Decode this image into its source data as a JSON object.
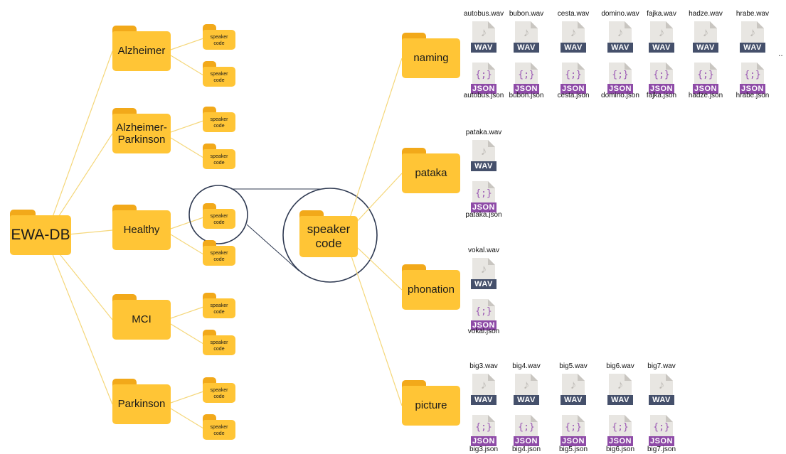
{
  "root": {
    "label": "EWA-DB"
  },
  "groups": [
    {
      "label": "Alzheimer"
    },
    {
      "label": "Alzheimer-\nParkinson"
    },
    {
      "label": "Healthy"
    },
    {
      "label": "MCI"
    },
    {
      "label": "Parkinson"
    }
  ],
  "speaker_folder": {
    "label": "speaker\ncode"
  },
  "hub": {
    "label": "speaker\ncode"
  },
  "tasks": [
    {
      "label": "naming",
      "wav": [
        "autobus.wav",
        "bubon.wav",
        "cesta.wav",
        "domino.wav",
        "fajka.wav",
        "hadze.wav",
        "hrabe.wav"
      ],
      "json": [
        "autobus.json",
        "bubon.json",
        "cesta.json",
        "domino.json",
        "fajka.json",
        "hadze.json",
        "hrabe.json"
      ]
    },
    {
      "label": "pataka",
      "wav": [
        "pataka.wav"
      ],
      "json": [
        "pataka.json"
      ]
    },
    {
      "label": "phonation",
      "wav": [
        "vokal.wav"
      ],
      "json": [
        "vokal.json"
      ]
    },
    {
      "label": "picture",
      "wav": [
        "big3.wav",
        "big4.wav",
        "big5.wav",
        "big6.wav",
        "big7.wav"
      ],
      "json": [
        "big3.json",
        "big4.json",
        "big5.json",
        "big6.json",
        "big7.json"
      ]
    }
  ],
  "file_badges": {
    "wav": "WAV",
    "json": "JSON"
  },
  "icons": {
    "wav": "music-note-icon",
    "json": "curly-braces-icon"
  },
  "ellipsis": "..",
  "colors": {
    "folder": "#ffc536",
    "folder_tab": "#f2a91a",
    "line": "#f5d77a",
    "wav_band": "#45506b",
    "json_band": "#8e4ba7",
    "zoom": "#2f3a52"
  }
}
